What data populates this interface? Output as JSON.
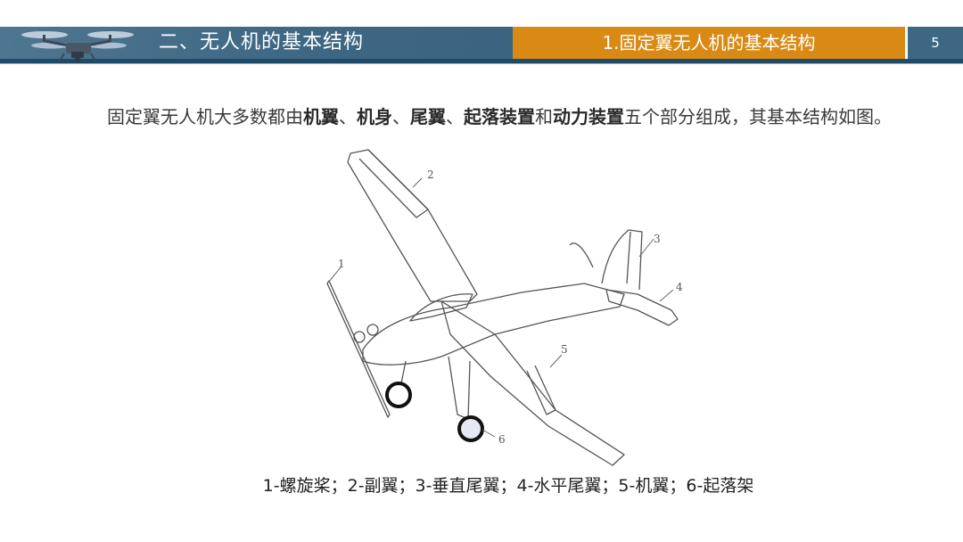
{
  "header": {
    "section_title": "二、无人机的基本结构",
    "subsection_title": "1.固定翼无人机的基本结构",
    "page_number": "5"
  },
  "content": {
    "intro": "固定翼无人机大多数都由",
    "parts": [
      "机翼",
      "机身",
      "尾翼",
      "起落装置",
      "动力装置"
    ],
    "sep1": "、",
    "sep2": "、",
    "sep3": "、",
    "sep4": "和",
    "outro": "五个部分组成，其基本结构如图。"
  },
  "figure": {
    "labels": [
      "1",
      "2",
      "3",
      "4",
      "5",
      "6"
    ],
    "caption": "1-螺旋桨；2-副翼；3-垂直尾翼；4-水平尾翼；5-机翼；6-起落架"
  }
}
